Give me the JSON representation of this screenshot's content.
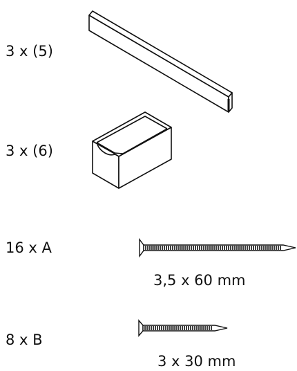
{
  "parts": [
    {
      "id": "plank",
      "quantity_label": "3 x (5)",
      "icon": "flat-plank-icon"
    },
    {
      "id": "box",
      "quantity_label": "3 x (6)",
      "icon": "open-box-icon"
    }
  ],
  "hardware": [
    {
      "id": "A",
      "quantity_label": "16 x A",
      "size_label": "3,5 x 60 mm",
      "icon": "long-nail-icon"
    },
    {
      "id": "B",
      "quantity_label": "8 x B",
      "size_label": "3 x 30 mm",
      "icon": "short-nail-icon"
    }
  ],
  "colors": {
    "stroke": "#111111",
    "fill": "#ffffff"
  }
}
